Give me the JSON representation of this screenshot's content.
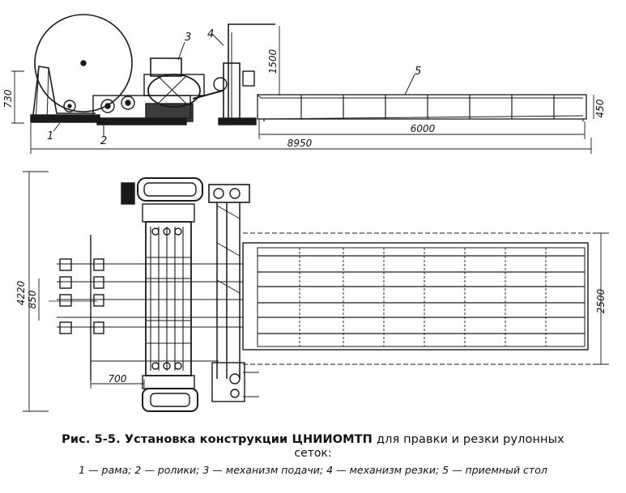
{
  "dimensions": {
    "height_left": "730",
    "height_knife": "1500",
    "table_height": "450",
    "table_length": "6000",
    "total_length": "8950",
    "total_width": "4220",
    "table_width": "2500",
    "pitch": "850",
    "frame_length": "700"
  },
  "labels": [
    "1",
    "2",
    "3",
    "4",
    "5"
  ],
  "caption": {
    "fig_number": "Рис. 5-5.",
    "title": "Установка конструкции ЦНИИОМТП",
    "title_rest": "для правки и резки  рулонных",
    "title_cont": "сеток:",
    "legend": "1 — рама;  2 — ролики;  3 — механизм подачи;  4 — механизм резки;  5 — приемный стол"
  }
}
